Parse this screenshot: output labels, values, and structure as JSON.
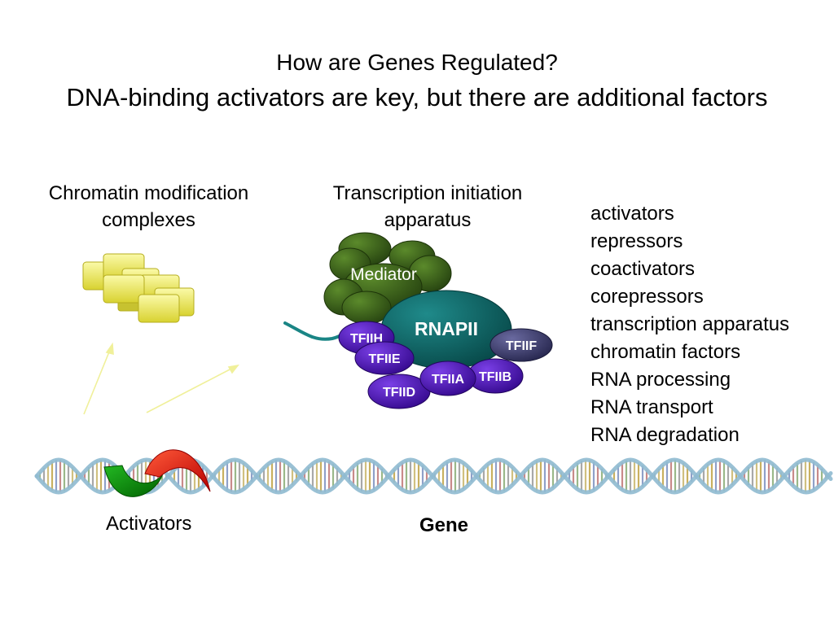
{
  "title": {
    "line1": "How are Genes Regulated?",
    "line2": "DNA-binding activators are key, but there are additional factors"
  },
  "chromatin": {
    "heading": "Chromatin modification complexes"
  },
  "transcription": {
    "heading": "Transcription initiation apparatus",
    "mediator": "Mediator",
    "polymerase": "RNAPII",
    "factors": [
      "TFIIH",
      "TFIIE",
      "TFIID",
      "TFIIA",
      "TFIIB",
      "TFIIF"
    ]
  },
  "factor_list": [
    "activators",
    "repressors",
    "coactivators",
    "corepressors",
    "transcription apparatus",
    "chromatin factors",
    "RNA processing",
    "RNA transport",
    "RNA degradation"
  ],
  "labels": {
    "activators": "Activators",
    "gene": "Gene"
  },
  "colors": {
    "mediator": "#2f5016",
    "rnapii": "#0e5f5f",
    "tf_purple": "#4b12b0",
    "tfiif": "#3c3c6e",
    "chromatin_blocks": "#f0ec60",
    "activator_green": "#0a8f0a",
    "activator_red": "#dd1010",
    "dna_backbone": "#8fbad0",
    "arrow": "#f2f29a"
  }
}
